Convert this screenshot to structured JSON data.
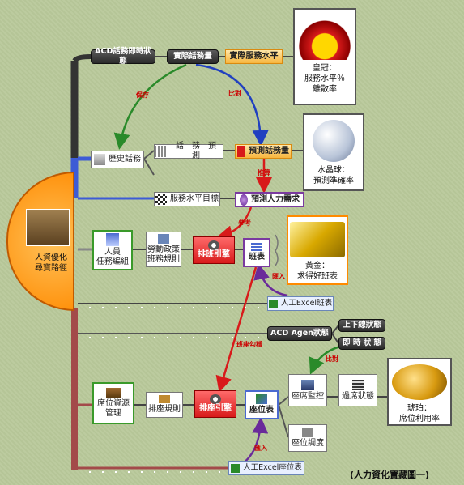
{
  "diagram": {
    "root": {
      "line1": "人資優化",
      "line2": "尋寶路徑"
    },
    "nodes": {
      "acd_realtime": "ACD話務即時狀態",
      "actual_traffic": "實際話務量",
      "actual_service_level": "實際服務水平",
      "history_traffic": "歷史話務",
      "traffic_forecast": "話　務　預　測",
      "forecast_traffic": "預測話務量",
      "service_goal": "服務水平目標",
      "forecast_staffing": "預測人力需求",
      "staff_line1": "人員",
      "staff_line2": "任務編組",
      "labor_line1": "勞動政策",
      "labor_line2": "班務規則",
      "schedule_engine": "排班引擎",
      "schedule_table": "班表",
      "manual_excel_schedule": "人工Excel班表",
      "acd_agent": "ACD Agen狀態",
      "online_status": "上下線狀態",
      "realtime_status": "即 時 狀 態",
      "seat_line1": "席位資源",
      "seat_line2": "管理",
      "seat_rules": "排座規則",
      "seat_engine": "排座引擎",
      "seat_table": "座位表",
      "seat_monitor": "座席監控",
      "seat_adjust": "座位調度",
      "seat_status": "過席狀態",
      "manual_excel_seat": "人工Excel座位表"
    },
    "edge_labels": {
      "save": "保存",
      "compare_top": "比對",
      "derive": "推算",
      "reference": "參考",
      "import_top": "匯入",
      "shift_mapping": "班座勾稽",
      "compare_bottom": "比對",
      "import_bottom": "匯入"
    },
    "treasures": {
      "crown": {
        "line1": "皇冠：",
        "line2": "服務水平％",
        "line3": "離散率"
      },
      "crystal": {
        "line1": "水晶球：",
        "line2": "預測準確率"
      },
      "gold": {
        "line1": "黃金：",
        "line2": "求得好班表"
      },
      "amber": {
        "line1": "琥珀：",
        "line2": "席位利用率"
      }
    },
    "footer_caption": "(人力資化寶藏圖一)",
    "colors": {
      "trunk": "#333333",
      "branch_blue": "#3d5bd6",
      "branch_red": "#a34a4a",
      "root": "#ff8a00",
      "edge_green": "#2a8a2a",
      "edge_red": "#d81a1a",
      "edge_purple": "#6a2a9a",
      "edge_blue": "#2040c0"
    }
  }
}
